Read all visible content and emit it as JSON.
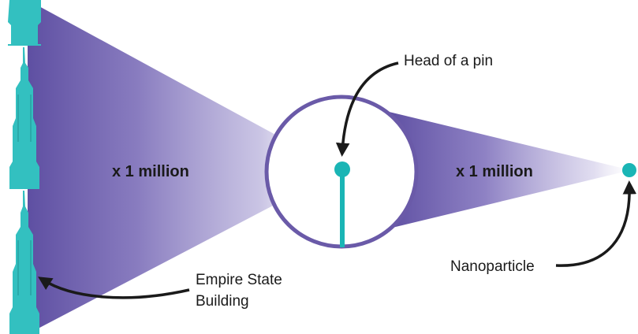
{
  "labels": {
    "scale_left": "x 1 million",
    "scale_right": "x 1 million",
    "pin_head": "Head of a pin",
    "building_line1": "Empire State",
    "building_line2": "Building",
    "nanoparticle": "Nanoparticle"
  },
  "colors": {
    "cone": "#6a5aa8",
    "circle_outline": "#6a5aa8",
    "building": "#33c0c0",
    "pin": "#1ab5b5",
    "arrow": "#1a1a1a",
    "text": "#1a1a1a"
  },
  "icons": {
    "building": "empire-state-building-icon",
    "pin": "pin-icon",
    "nanoparticle": "nanoparticle-dot-icon"
  }
}
